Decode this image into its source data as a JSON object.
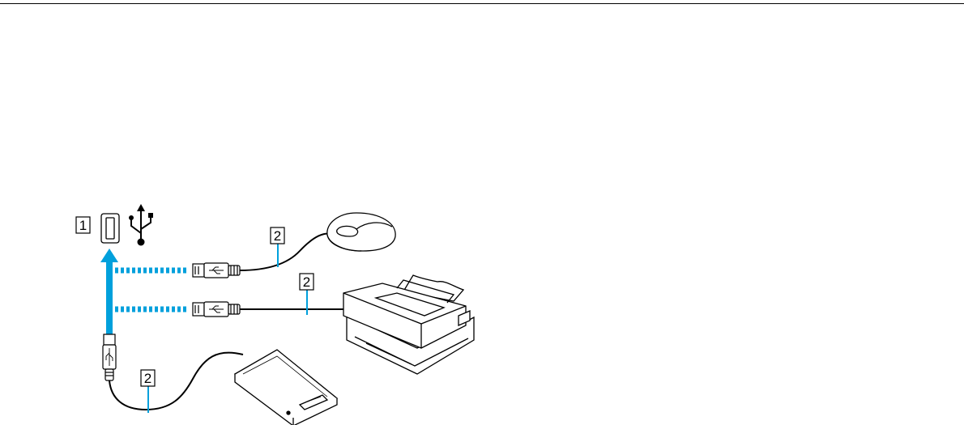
{
  "callouts": {
    "usb_port": "1",
    "mouse_cable": "2",
    "printer_cable": "2",
    "drive_cable": "2"
  },
  "colors": {
    "accent": "#00A0DC",
    "line": "#000000",
    "background": "#FFFFFF"
  },
  "icons": {
    "usb_symbol": "usb-trident-icon",
    "usb_port": "usb-port-icon"
  }
}
